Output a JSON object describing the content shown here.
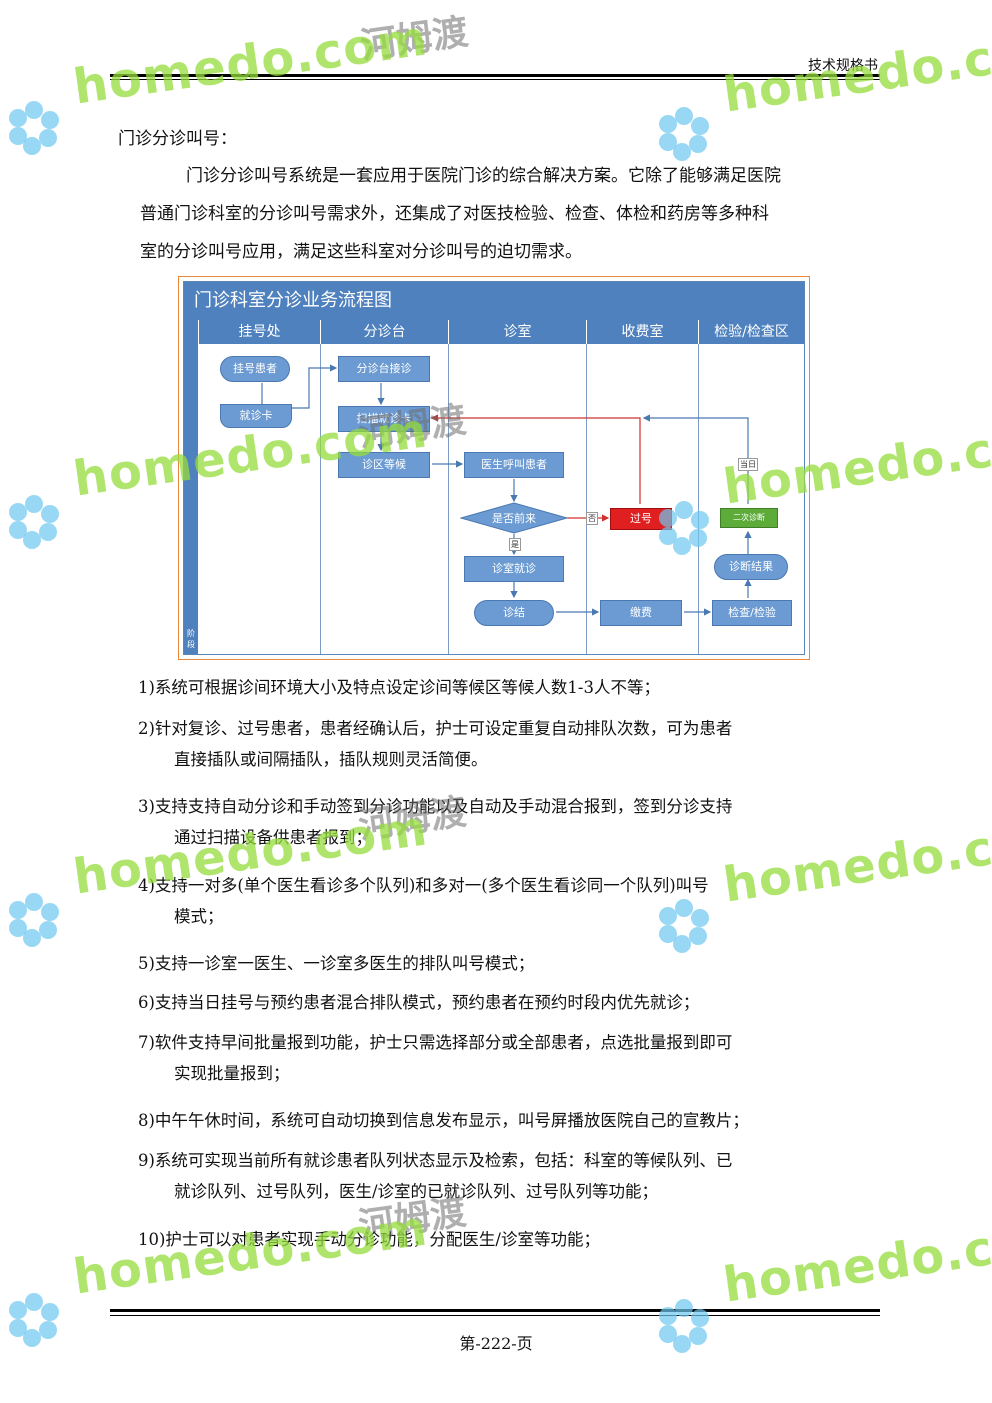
{
  "header": {
    "label": "技术规格书"
  },
  "section_title": "门诊分诊叫号：",
  "intro_lines": [
    "门诊分诊叫号系统是一套应用于医院门诊的综合解决方案。它除了能够满足医院",
    "普通门诊科室的分诊叫号需求外，还集成了对医技检验、检查、体检和药房等多种科",
    "室的分诊叫号应用，满足这些科室对分诊叫号的迫切需求。"
  ],
  "flowchart": {
    "title": "门诊科室分诊业务流程图",
    "side_label": "阶段",
    "columns": [
      "挂号处",
      "分诊台",
      "诊室",
      "收费室",
      "检验/检查区"
    ],
    "nodes": {
      "register_patient": "挂号患者",
      "visit_card": "就诊卡",
      "triage_reception": "分诊台接诊",
      "scan_card": "扫描就诊卡",
      "waiting_area": "诊区等候",
      "doctor_call": "医生呼叫患者",
      "present_check": "是否前来",
      "consultation": "诊室就诊",
      "diagnosis_end": "诊结",
      "missed": "过号",
      "payment": "缴费",
      "exam_test": "检查/检验",
      "diagnosis_result": "诊断结果",
      "recheck": "二次诊断"
    },
    "edge_labels": {
      "no": "否",
      "yes": "是",
      "same_day": "当日"
    }
  },
  "items": [
    {
      "first": "1)系统可根据诊间环境大小及特点设定诊间等候区等候人数1-3人不等；",
      "rest": ""
    },
    {
      "first": "2)针对复诊、过号患者，患者经确认后，护士可设定重复自动排队次数，可为患者",
      "rest": "直接插队或间隔插队，插队规则灵活简便。"
    },
    {
      "first": "3)支持支持自动分诊和手动签到分诊功能以及自动及手动混合报到，签到分诊支持",
      "rest": "通过扫描设备供患者报到；"
    },
    {
      "first": "4)支持一对多(单个医生看诊多个队列)和多对一(多个医生看诊同一个队列)叫号",
      "rest": "模式；"
    },
    {
      "first": "5)支持一诊室一医生、一诊室多医生的排队叫号模式；",
      "rest": ""
    },
    {
      "first": "6)支持当日挂号与预约患者混合排队模式，预约患者在预约时段内优先就诊；",
      "rest": ""
    },
    {
      "first": "7)软件支持早间批量报到功能，护士只需选择部分或全部患者，点选批量报到即可",
      "rest": "实现批量报到；"
    },
    {
      "first": "8)中午午休时间，系统可自动切换到信息发布显示，叫号屏播放医院自己的宣教片；",
      "rest": ""
    },
    {
      "first": "9)系统可实现当前所有就诊患者队列状态显示及检索，包括：科室的等候队列、已",
      "rest": "就诊队列、过号队列，医生/诊室的已就诊队列、过号队列等功能；"
    },
    {
      "first": "10)护士可以对患者实现手动分诊功能，分配医生/诊室等功能；",
      "rest": ""
    }
  ],
  "footer": {
    "page": "第-222-页"
  },
  "watermarks": {
    "latin": "homedo.com",
    "cn": "河姆渡"
  }
}
